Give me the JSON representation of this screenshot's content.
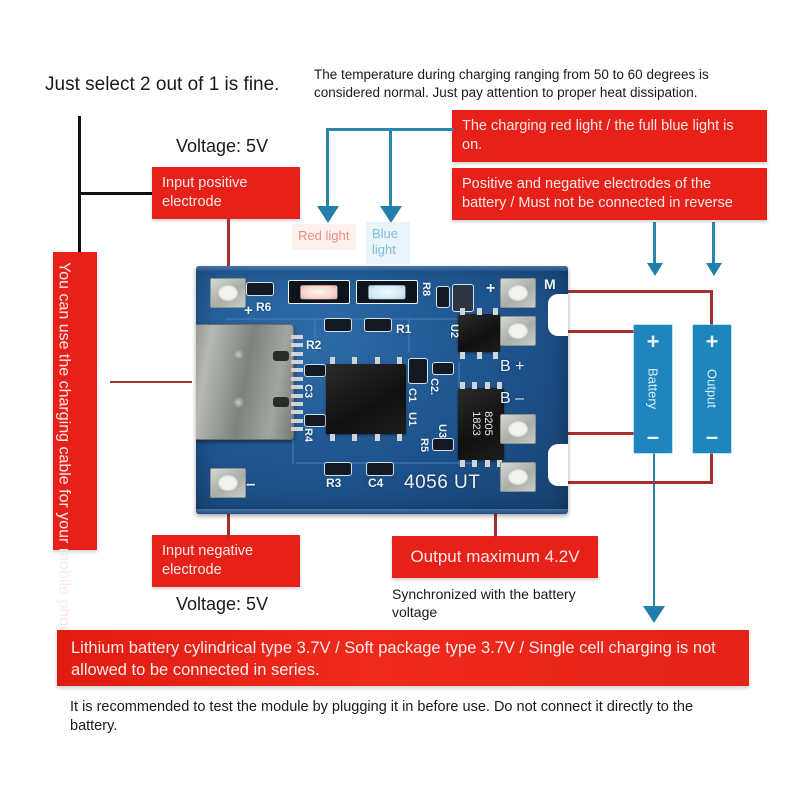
{
  "page": {
    "background": "#ffffff",
    "accent_red": "#e8201a",
    "accent_teal": "#2a86a8",
    "accent_blue": "#1f86bd",
    "line_dark_red": "#a63030"
  },
  "annotations": {
    "select_note": "Just select 2 out of 1 is fine.",
    "temperature_note": "The temperature during charging ranging from 50 to 60 degrees is considered normal. Just pay attention to proper heat dissipation.",
    "voltage_top": "Voltage: 5V",
    "voltage_bottom": "Voltage: 5V",
    "input_positive": "Input positive electrode",
    "input_negative": "Input negative electrode",
    "charging_lights": "The charging red light / the full blue light is on.",
    "battery_polarity": "Positive and negative electrodes of the battery / Must not be connected in reverse",
    "charging_cable": "You can use the charging cable for your mobile phone.",
    "output_max": "Output maximum 4.2V",
    "output_sync": "Synchronized with the battery voltage",
    "banner": "Lithium battery cylindrical type 3.7V / Soft package type 3.7V / Single cell charging is not allowed to be connected in series.",
    "footer": "It is recommended to test the module by plugging it in before use. Do not connect it directly to the battery."
  },
  "light_labels": {
    "red_light": "Red light",
    "blue_light": "Blue light"
  },
  "terminals": {
    "battery": {
      "label": "Battery",
      "plus": "+",
      "minus": "–"
    },
    "output": {
      "label": "Output",
      "plus": "+",
      "minus": "–"
    }
  },
  "board": {
    "part_number": "4056 UT",
    "silkscreen": {
      "plus_left": "+",
      "minus_left": "–",
      "plus_right": "+",
      "b_plus": "B +",
      "b_minus": "B –",
      "r1": "R1",
      "r2": "R2",
      "r3": "R3",
      "r4": "R4",
      "r5": "R5",
      "r6": "R6",
      "r8": "R8",
      "c1": "C1",
      "c2": "C2.",
      "c3": "C3",
      "c4": "C4",
      "u1": "U1",
      "u2": "U2",
      "u3": "U3",
      "mark_m": "M"
    },
    "ic_main": "",
    "ic_mosfet_line1": "8205",
    "ic_mosfet_line2": "1823"
  }
}
